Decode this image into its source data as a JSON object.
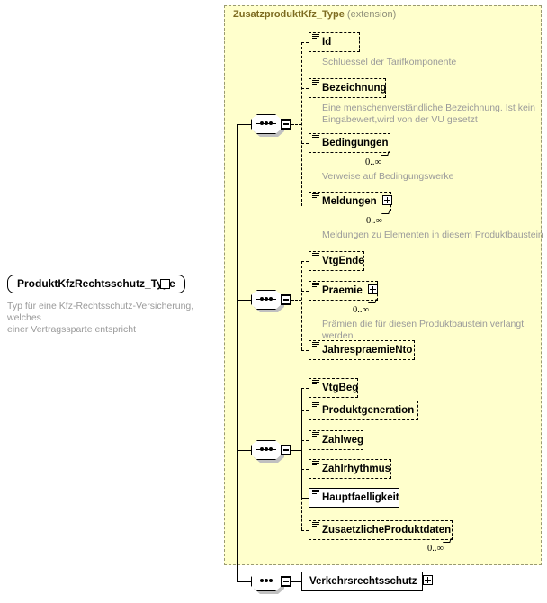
{
  "diagram": {
    "type": "xsd-schema-element-diagram",
    "root": {
      "name": "ProduktKfzRechtsschutz_Type",
      "annotation": "Typ für eine Kfz-Rechtsschutz-Versicherung, welches\neiner Vertragssparte entspricht",
      "expander": "minus-icon"
    },
    "extension": {
      "title": "ZusatzproduktKfz_Type",
      "kind": "(extension)",
      "background": "#ffffcc",
      "border": "#9a9a72"
    },
    "groups": [
      {
        "compositor": "sequence",
        "expander": "minus-icon",
        "elements": [
          {
            "label": "Id",
            "optional": true,
            "expandable": false,
            "cardinality": "",
            "annotation": "Schluessel der Tarifkomponente"
          },
          {
            "label": "Bezeichnung",
            "optional": true,
            "expandable": false,
            "cardinality": "",
            "annotation": "Eine menschenverständliche Bezeichnung. Ist kein\nEingabewert,wird von der VU gesetzt"
          },
          {
            "label": "Bedingungen",
            "optional": true,
            "expandable": false,
            "cardinality": "0..∞",
            "annotation": "Verweise auf Bedingungswerke"
          },
          {
            "label": "Meldungen",
            "optional": true,
            "expandable": true,
            "expander": "plus-icon",
            "cardinality": "0..∞",
            "annotation": "Meldungen zu Elementen in diesem Produktbaustein"
          }
        ]
      },
      {
        "compositor": "sequence",
        "expander": "minus-icon",
        "elements": [
          {
            "label": "VtgEnde",
            "optional": true,
            "expandable": false,
            "cardinality": "",
            "annotation": ""
          },
          {
            "label": "Praemie",
            "optional": true,
            "expandable": true,
            "expander": "plus-icon",
            "cardinality": "0..∞",
            "annotation": "Prämien die für diesen Produktbaustein verlangt werden"
          },
          {
            "label": "JahrespraemieNto",
            "optional": true,
            "expandable": false,
            "cardinality": "",
            "annotation": ""
          }
        ]
      },
      {
        "compositor": "sequence",
        "expander": "minus-icon",
        "elements": [
          {
            "label": "VtgBeg",
            "optional": true,
            "expandable": false,
            "cardinality": "",
            "annotation": ""
          },
          {
            "label": "Produktgeneration",
            "optional": true,
            "expandable": false,
            "cardinality": "",
            "annotation": ""
          },
          {
            "label": "Zahlweg",
            "optional": true,
            "expandable": false,
            "cardinality": "",
            "annotation": ""
          },
          {
            "label": "Zahlrhythmus",
            "optional": true,
            "expandable": false,
            "cardinality": "",
            "annotation": ""
          },
          {
            "label": "Hauptfaelligkeit",
            "optional": false,
            "expandable": false,
            "cardinality": "",
            "annotation": ""
          },
          {
            "label": "ZusaetzlicheProduktdaten",
            "optional": true,
            "expandable": false,
            "cardinality": "0..∞",
            "annotation": ""
          }
        ]
      },
      {
        "compositor": "sequence",
        "expander": "minus-icon",
        "outside": true,
        "elements": [
          {
            "label": "Verkehrsrechtsschutz",
            "optional": false,
            "expandable": true,
            "expander": "plus-icon",
            "cardinality": "",
            "annotation": ""
          }
        ]
      }
    ]
  }
}
